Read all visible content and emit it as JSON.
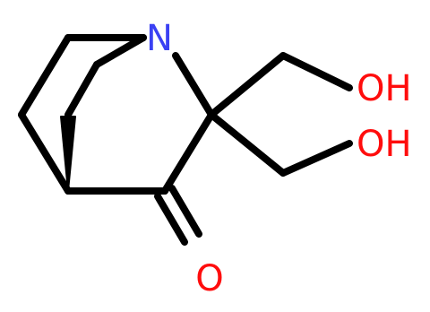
{
  "molecule": {
    "atoms": {
      "nitrogen": "N",
      "hydroxyl_top": "OH",
      "hydroxyl_bottom": "OH",
      "carbonyl_oxygen": "O"
    },
    "colors": {
      "bond": "#000000",
      "nitrogen": "#3b41f3",
      "oxygen": "#ff0d0d",
      "background": "#ffffff"
    }
  }
}
